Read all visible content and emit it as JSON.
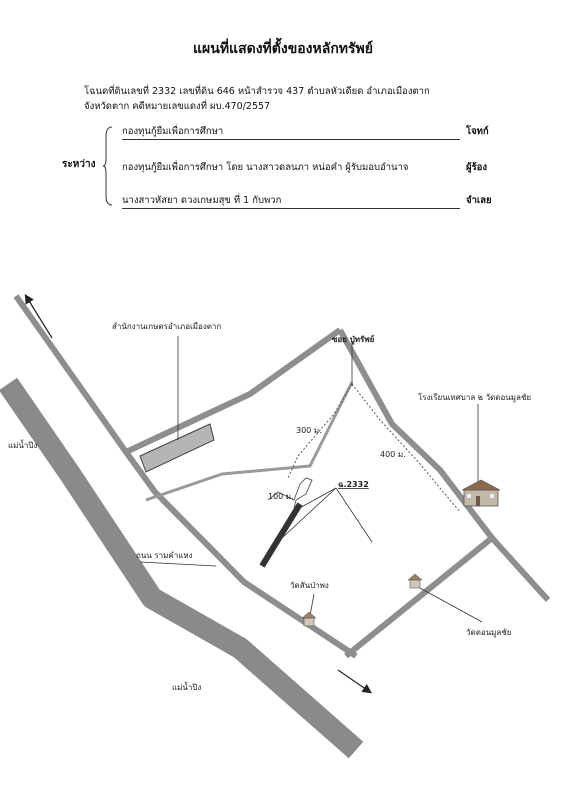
{
  "document": {
    "title": "แผนที่แสดงที่ตั้งของหลักทรัพย์",
    "info_line1": "โฉนดที่ดินเลขที่  2332  เลขที่ดิน  646  หน้าสำรวจ  437  ตำบลหัวเดียด  อำเภอเมืองตาก",
    "info_line2": "จังหวัดตาก   คดีหมายเลขแดงที่  ผบ.470/2557",
    "between_label": "ระหว่าง",
    "parties": [
      {
        "name": "กองทุนกู้ยืมเพื่อการศึกษา",
        "role": "โจทก์"
      },
      {
        "name": "กองทุนกู้ยืมเพื่อการศึกษา  โดย  นางสาวดลนภา  หน่อคำ  ผู้รับมอบอำนาจ",
        "role": "ผู้ร้อง"
      },
      {
        "name": "นางสาวหัสยา  ดวงเกษมสุข   ที่  1  กับพวก",
        "role": "จำเลย"
      }
    ]
  },
  "map": {
    "labels": {
      "agri_office": "สำนักงานเกษตรอำเภอเมืองตาก",
      "river_top": "แม่น้ำปิง",
      "river_bottom": "แม่น้ำปิง",
      "soi": "ซอย ปู่ทรัพย์",
      "school": "โรงเรียนเทศบาล ๒ วัดดอนมูลชัย",
      "dist_300": "300 ม.",
      "dist_400": "400 ม.",
      "dist_100": "100 ม.",
      "parcel": "ฉ.2332",
      "road": "ถนน รามคำแหง",
      "wat_sanpapong": "วัดสันป่าพง",
      "wat_donmoonchai": "วัดดอนมูลชัย"
    }
  }
}
